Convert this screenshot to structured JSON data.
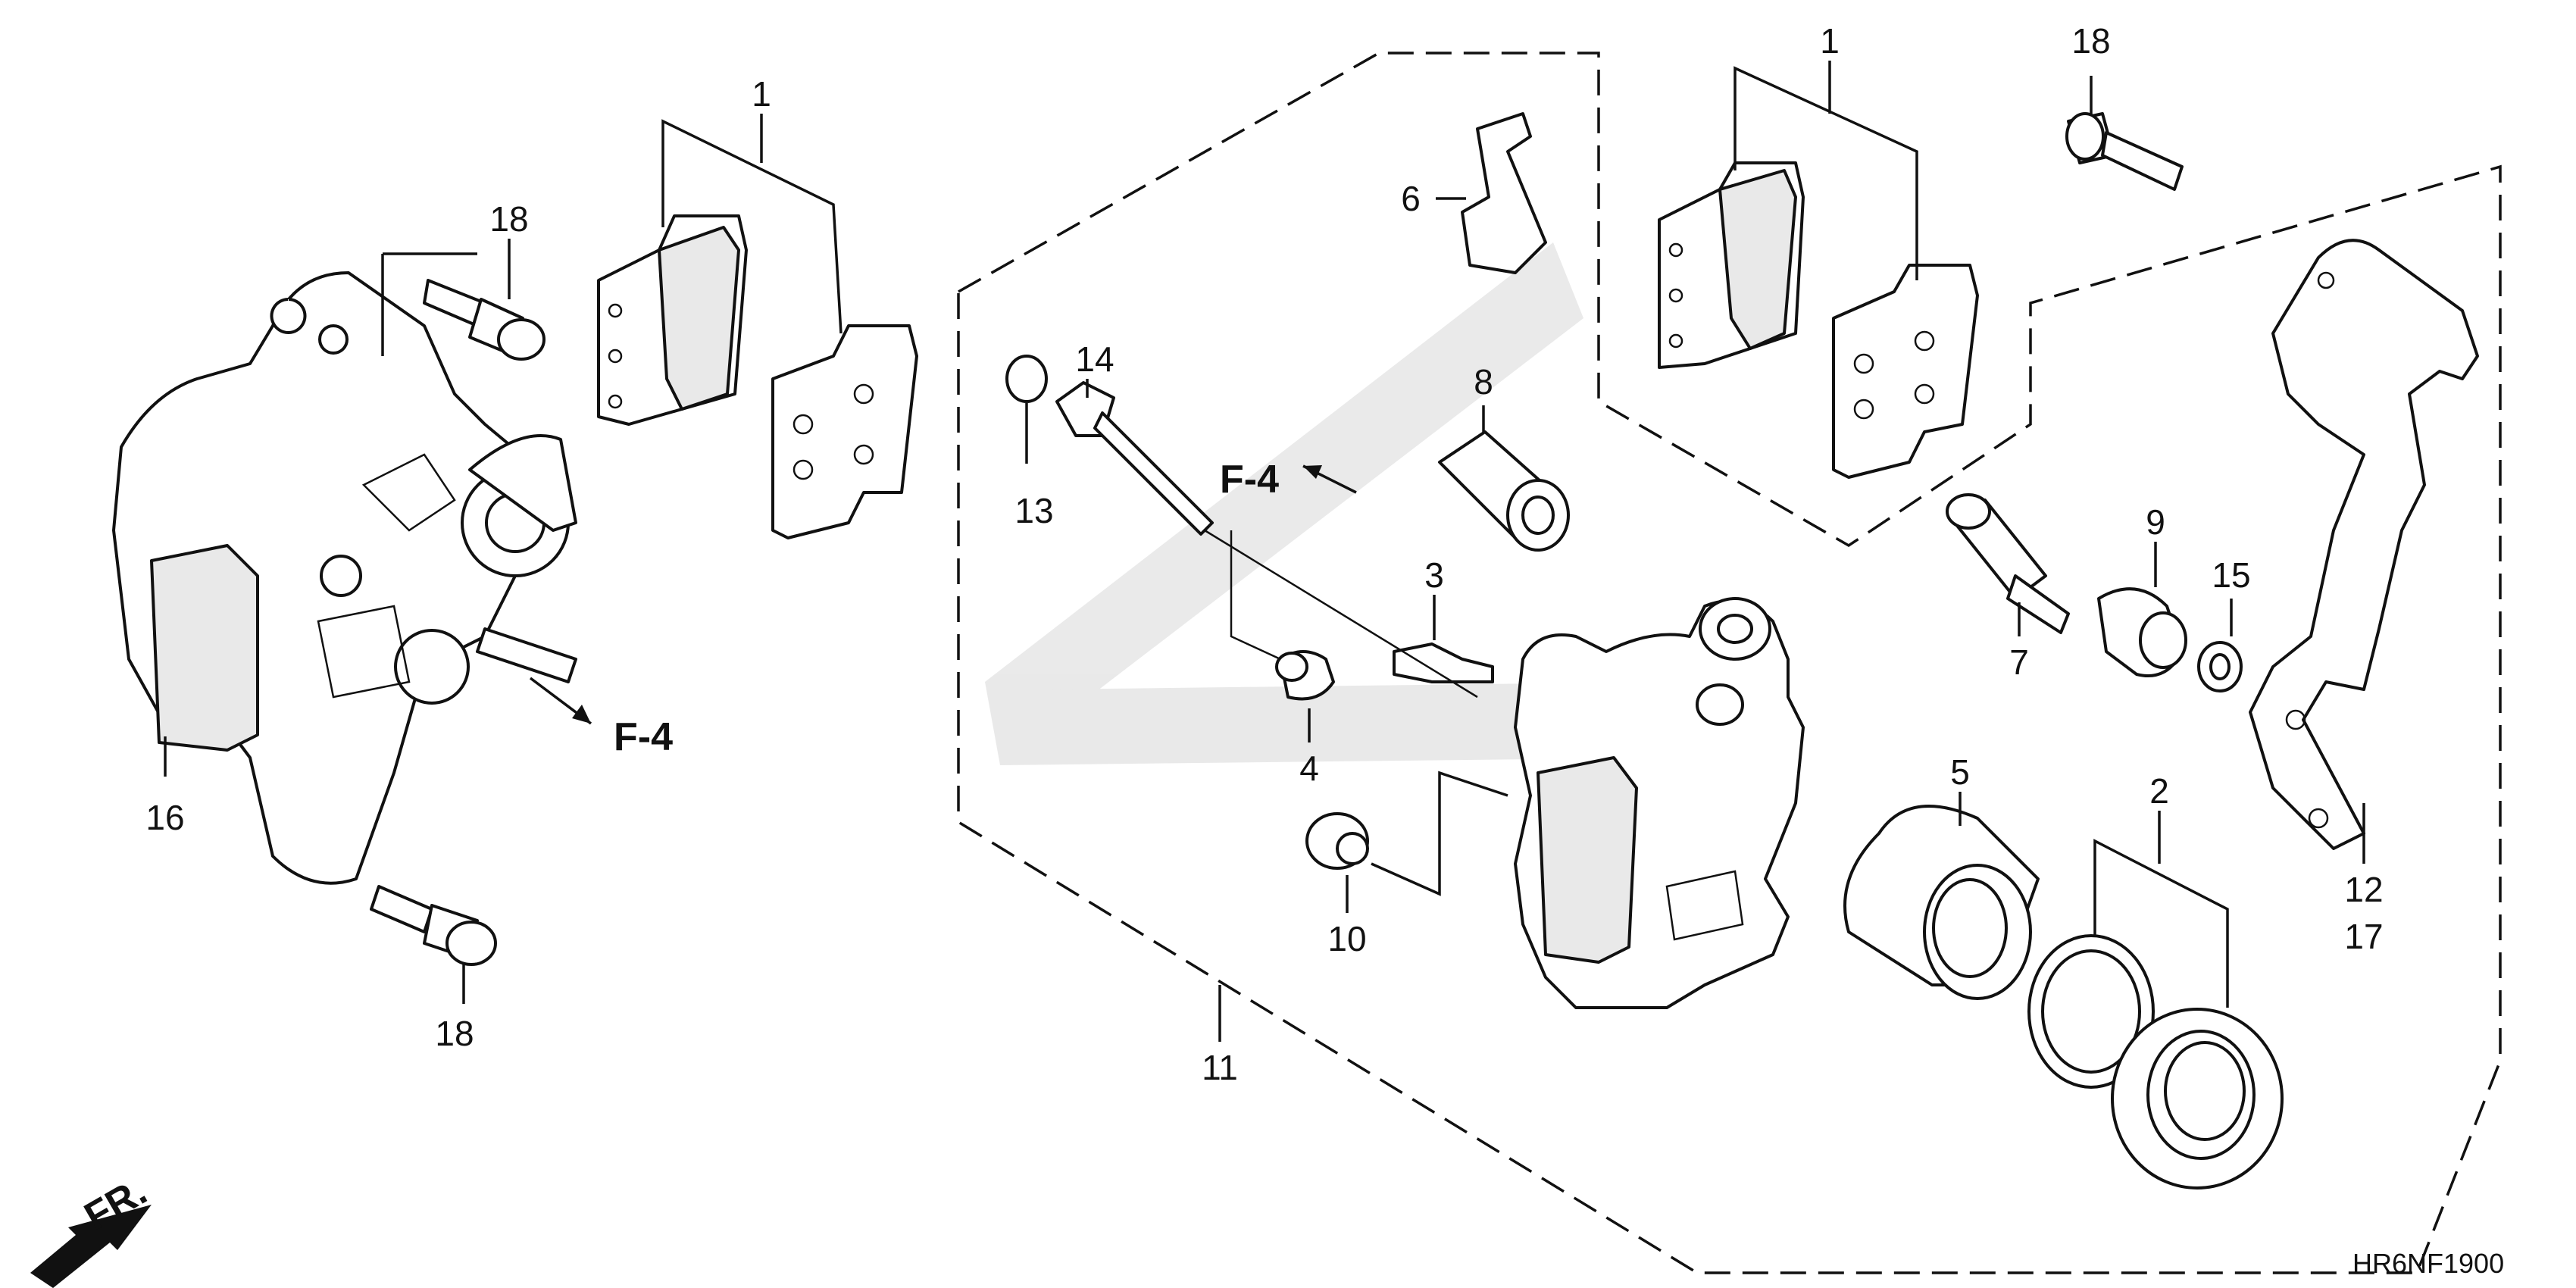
{
  "callouts": {
    "c1a": "1",
    "c1b": "1",
    "c2": "2",
    "c3": "3",
    "c4": "4",
    "c5": "5",
    "c6": "6",
    "c7": "7",
    "c8": "8",
    "c9": "9",
    "c10": "10",
    "c11": "11",
    "c12": "12",
    "c13": "13",
    "c14": "14",
    "c15": "15",
    "c16": "16",
    "c17": "17",
    "c18a": "18",
    "c18b": "18",
    "c18c": "18"
  },
  "refs": {
    "f4a": "F-4",
    "f4b": "F-4"
  },
  "front_indicator": "FR.",
  "diagram_code": "HR6NF1900"
}
